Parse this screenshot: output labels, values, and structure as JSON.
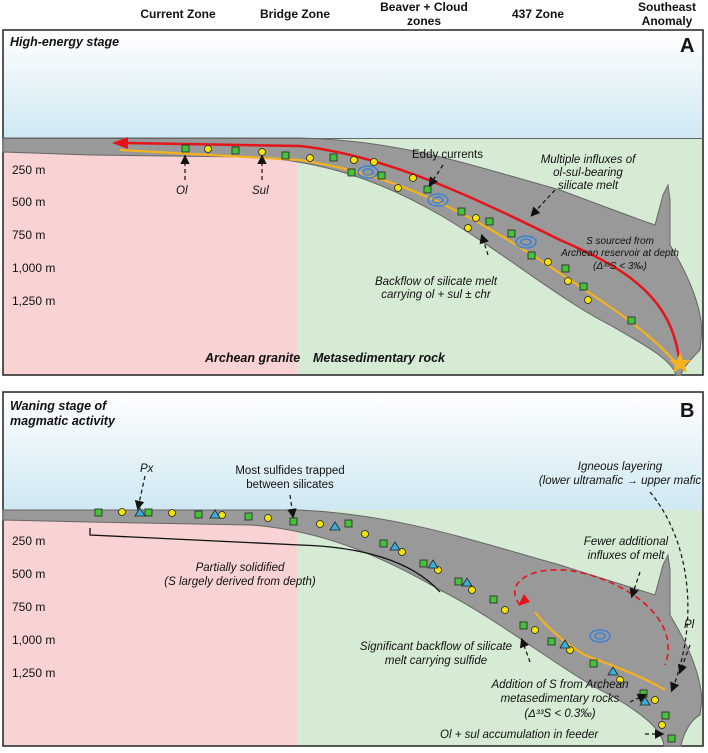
{
  "zones": [
    "Current Zone",
    "Bridge Zone",
    "Beaver + Cloud",
    "zones",
    "437 Zone",
    "Southeast",
    "Anomaly"
  ],
  "depths": [
    "250 m",
    "500 m",
    "750 m",
    "1,000 m",
    "1,250 m"
  ],
  "panel_a": {
    "letter": "A",
    "stage": "High-energy stage",
    "rock_left": "Archean granite",
    "rock_right": "Metasedimentary rock",
    "ol": "Ol",
    "sul": "Sul",
    "eddy": "Eddy currents",
    "influx": [
      "Multiple influxes of",
      "ol-sul-bearing",
      "silicate melt"
    ],
    "source": [
      "S sourced from",
      "Archean reservoir at depth",
      "(Δ³³S < 3‰)"
    ],
    "backflow": [
      "Backflow of silicate melt",
      "carrying ol + sul ± chr"
    ]
  },
  "panel_b": {
    "letter": "B",
    "stage": [
      "Waning stage of",
      "magmatic activity"
    ],
    "px": "Px",
    "trapped": [
      "Most sulfides trapped",
      "between silicates"
    ],
    "layering": [
      "Igneous layering",
      "(lower ultramafic → upper mafic"
    ],
    "partial": [
      "Partially solidified",
      "(S largely derived from depth)"
    ],
    "fewer": [
      "Fewer additional",
      "influxes of melt"
    ],
    "pl": "Pl",
    "backflow": [
      "Significant backflow of silicate",
      "melt carrying sulfide"
    ],
    "addition": [
      "Addition of S from Archean",
      "metasedimentary rocks",
      "(Δ³³S < 0.3‰)"
    ],
    "feeder": "Ol + sul accumulation in feeder"
  },
  "colors": {
    "sky": "#cfe8f3",
    "granite": "#f9d3d3",
    "metased": "#d6ebd4",
    "intrusion": "#999999",
    "red_flow": "#e4141b",
    "yellow_flow": "#f3b21e",
    "olivine": "#44c23a",
    "sulfide": "#f4e400",
    "pyroxene": "#36b0d8",
    "eddy": "#3b82d6"
  }
}
